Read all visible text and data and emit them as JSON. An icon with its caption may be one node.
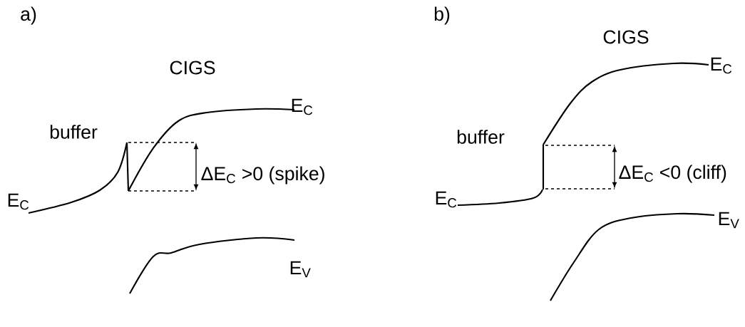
{
  "diagram": {
    "labels": [
      "a)",
      "CIGS",
      "E$_{C}$",
      "buffer",
      "ΔE$_{C}$ >0 (spike)",
      "E$_{C}$",
      "E$_{V}$",
      "b)",
      "CIGS",
      "E$_{C}$",
      "buffer",
      "ΔE$_{C}$ <0 (cliff)",
      "E$_{C}$",
      "E$_{V}$"
    ]
  }
}
